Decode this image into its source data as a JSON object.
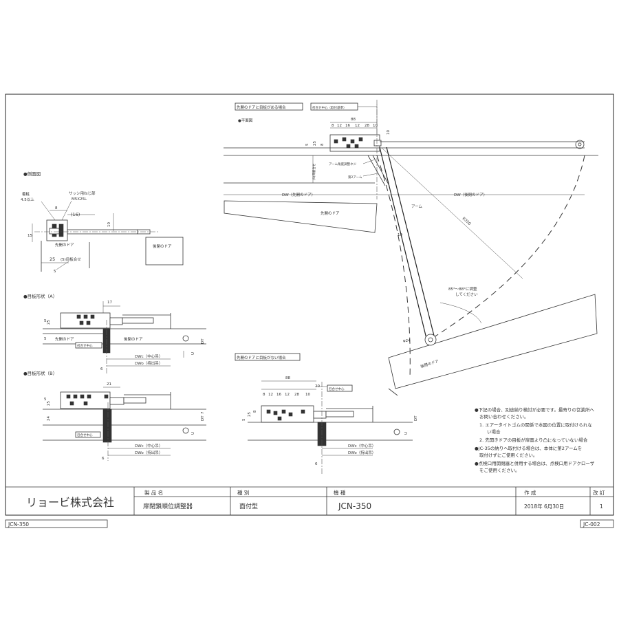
{
  "title_block": {
    "company": "リョービ株式会社",
    "product_label": "製 品 名",
    "product_name": "扉閉鎖順位調整器",
    "type_label": "種 別",
    "type_value": "面付型",
    "model_label": "機 種",
    "model_value": "JCN-350",
    "date_label": "作 成",
    "date_value": "2018年 6月30日",
    "rev_label": "改 訂",
    "rev_value": "1"
  },
  "footer": {
    "left_code": "JCN-350",
    "right_code": "JC-002"
  },
  "notes": {
    "intro": "●下記の場合、別途納り検討が必要です。最寄りの営業所へ",
    "intro2": "お問い合わせください。",
    "n1": "1. エアータイトゴムの関係で本図の位置に取付けられな",
    "n1b": "い場合",
    "n2": "2. 先開きドアの目板が扉面より凸になっていない場合",
    "n3": "●JC-35の納りへ取付ける場合は、本体に第2アームを",
    "n3b": "取付けずにご使用ください。",
    "n4": "●点検口用開閉器と併用する場合は、点検口用ドアクローザ",
    "n4b": "をご使用ください。"
  },
  "side_view": {
    "title": "●側面図",
    "l_gap": "着粧",
    "l_gap2": "4.5以上",
    "l_screw": "サッシ用ねじ部",
    "l_screw2": "M5X25L",
    "d8": "8",
    "d16": "(16)",
    "d10": "10",
    "d15": "15",
    "d25": "25",
    "d5m": "(5)目板合せ",
    "d5": "5",
    "first_door": "先開のドア",
    "follow_door": "後閉のドア"
  },
  "shape_a": {
    "title": "●目板形状（A）",
    "d17": "17",
    "d5": "5",
    "d25": "25",
    "d5b": "5",
    "d6": "6",
    "first_door": "先開のドア",
    "follow_door": "後閉のドア",
    "center": "召合せ中心",
    "dwc": "DWc（中心吊）",
    "dwo": "DWo（持出吊）",
    "u": "U",
    "dt": "DT"
  },
  "shape_b": {
    "title": "●目板形状（B）",
    "d21": "21",
    "d5": "5",
    "d25": "25",
    "d24": "24",
    "d6": "6",
    "d7": "7",
    "center": "召合せ中心",
    "dwc": "DWc（中心吊）",
    "dwo": "DWo（持出吊）",
    "u": "U",
    "dt": "DT"
  },
  "plan": {
    "heading": "先開のドアに目板がある場合",
    "title": "●平面図",
    "center_box": "召合せ中心（取付基準）",
    "d88": "88",
    "dims": [
      "8",
      "12",
      "16",
      "12",
      "28",
      "10"
    ],
    "d10": "10",
    "d5": "5",
    "d25": "25",
    "d8": "8",
    "mark": "(5)目板合せ",
    "arm_adj": "アーム角度調整ネジ",
    "arm2": "第2アーム",
    "dw_first": "DW（先開のドア）",
    "dw_follow": "DW（後閉のドア）",
    "first_door": "先開のドア",
    "follow_door": "後閉のドア",
    "arm": "アーム",
    "r350": "R350",
    "d19": "19",
    "angle1": "85°～88°に調整",
    "angle2": "してください",
    "phi": "φ24"
  },
  "plan2": {
    "heading": "先開のドアに目板がない場合",
    "d88": "88",
    "dims": [
      "8",
      "12",
      "16",
      "12",
      "28",
      "10"
    ],
    "d20": "20",
    "center_box": "召合せ中心",
    "d5": "5",
    "d25": "25",
    "d8": "8",
    "d6": "6",
    "dwc": "DWc（中心吊）",
    "dwo": "DWo（持出吊）",
    "u": "U",
    "dt": "DT"
  }
}
